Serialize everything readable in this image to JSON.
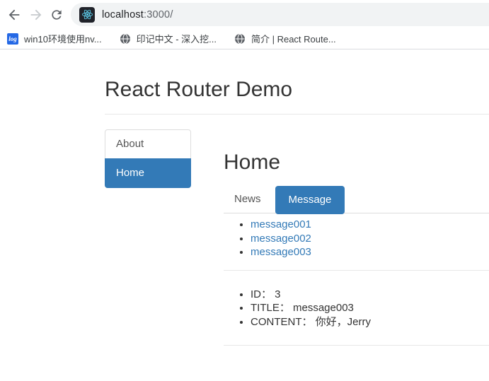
{
  "browser": {
    "url": {
      "host": "localhost",
      "rest": ":3000/"
    },
    "bookmarks": [
      {
        "label": "win10环境使用nv...",
        "icon": "log-icon",
        "icon_text": "log"
      },
      {
        "label": "印记中文 - 深入挖...",
        "icon": "globe-icon"
      },
      {
        "label": "简介 | React Route...",
        "icon": "globe-icon"
      }
    ]
  },
  "page": {
    "title": "React Router Demo",
    "sidebar": {
      "items": [
        {
          "label": "About",
          "active": false
        },
        {
          "label": "Home",
          "active": true
        }
      ]
    },
    "main": {
      "heading": "Home",
      "tabs": [
        {
          "label": "News",
          "active": false
        },
        {
          "label": "Message",
          "active": true
        }
      ],
      "messages": [
        "message001",
        "message002",
        "message003"
      ],
      "detail": [
        "ID： 3",
        "TITLE： message003",
        "CONTENT： 你好，Jerry"
      ]
    }
  },
  "colors": {
    "primary": "#337ab7",
    "link": "#337ab7",
    "react_logo": "#61dafb",
    "tab_border": "#dddddd"
  }
}
